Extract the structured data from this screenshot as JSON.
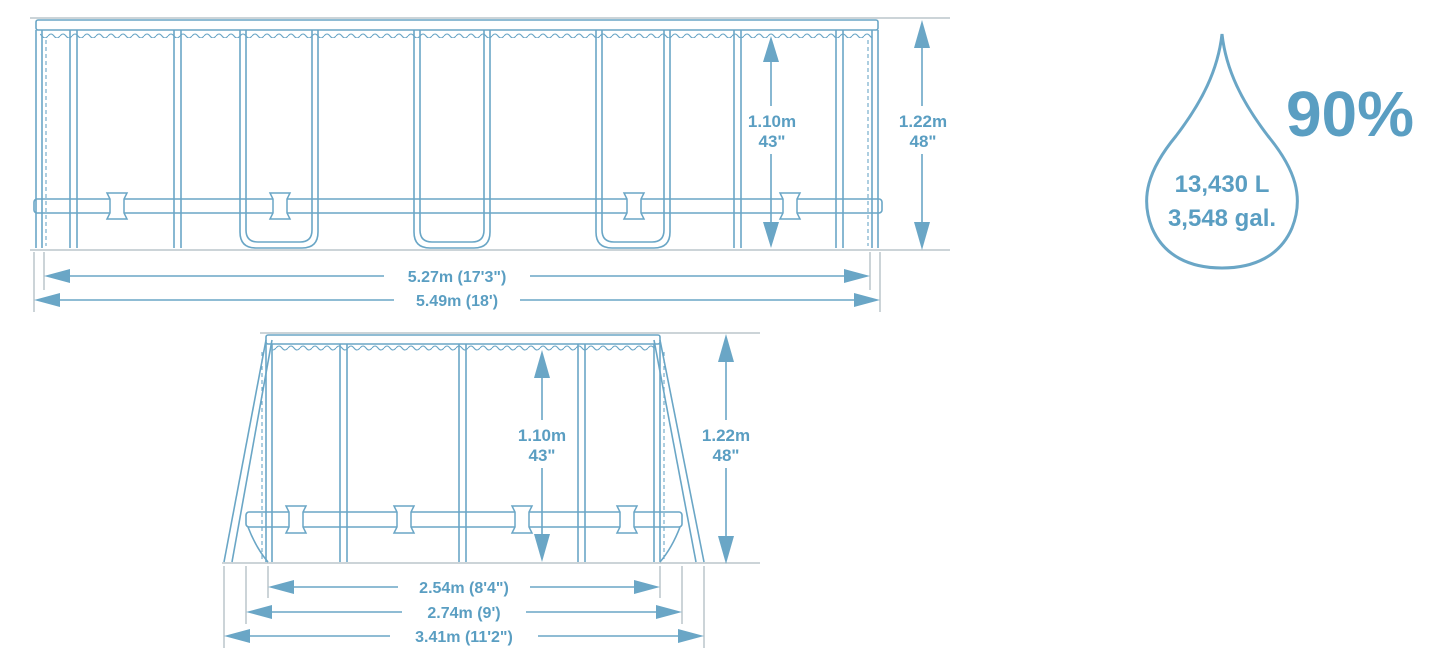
{
  "side_view": {
    "depth_label": "1.10m",
    "depth_label_in": "43\"",
    "height_label": "1.22m",
    "height_label_in": "48\"",
    "inner_width_label": "5.27m (17'3\")",
    "outer_width_label": "5.49m (18')"
  },
  "front_view": {
    "depth_label": "1.10m",
    "depth_label_in": "43\"",
    "height_label": "1.22m",
    "height_label_in": "48\"",
    "inner_width_label": "2.54m (8'4\")",
    "mid_width_label": "2.74m (9')",
    "outer_width_label": "3.41m (11'2\")"
  },
  "capacity": {
    "percent_label": "90%",
    "liters_label": "13,430 L",
    "gallons_label": "3,548 gal."
  },
  "colors": {
    "line": "#6aa6c6",
    "text": "#5a9ec2",
    "ground": "#9aa9b0"
  },
  "icons": [
    "water-drop-icon"
  ]
}
